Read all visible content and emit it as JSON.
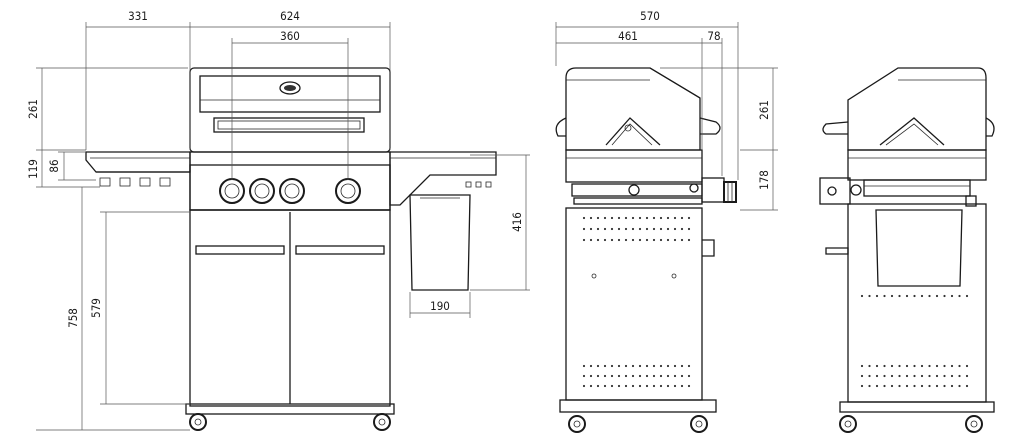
{
  "dimensions": {
    "front": {
      "side_table_width": "331",
      "body_width": "624",
      "burner_spacing": "360",
      "hood_height": "261",
      "side_table_height": "119",
      "side_table_thickness": "86",
      "total_height": "758",
      "cabinet_height": "579",
      "bin_height": "416",
      "bin_width": "190"
    },
    "side": {
      "total_depth": "570",
      "body_depth": "461",
      "knob_depth": "78",
      "hood_height": "261",
      "control_height": "178"
    }
  },
  "colors": {
    "line": "#1a1a1a",
    "dimension": "#555555",
    "background": "#ffffff"
  }
}
